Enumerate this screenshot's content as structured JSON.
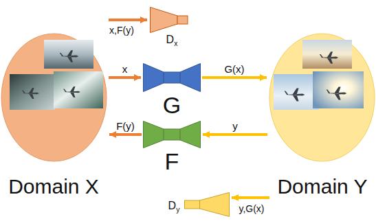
{
  "diagram": {
    "nodes": [
      {
        "text": [
          "Dx"
        ]
      },
      {
        "text": [
          "Domain X"
        ]
      },
      {
        "text": [
          "G"
        ]
      },
      {
        "text": [
          "Domain Y"
        ]
      },
      {
        "text": [
          "F"
        ]
      },
      {
        "text": [
          "Dy"
        ]
      }
    ],
    "edges": [
      {
        "from": 1,
        "to": 2,
        "label": "x",
        "arrow": "to"
      },
      {
        "from": 2,
        "to": 3,
        "label": "G(x)",
        "arrow": "to"
      },
      {
        "from": 3,
        "to": 4,
        "label": "y",
        "arrow": "to"
      },
      {
        "from": 4,
        "to": 1,
        "label": "F(y)",
        "arrow": "to"
      }
    ],
    "labels": [
      "x,F(y)",
      "y,G(x)"
    ]
  }
}
